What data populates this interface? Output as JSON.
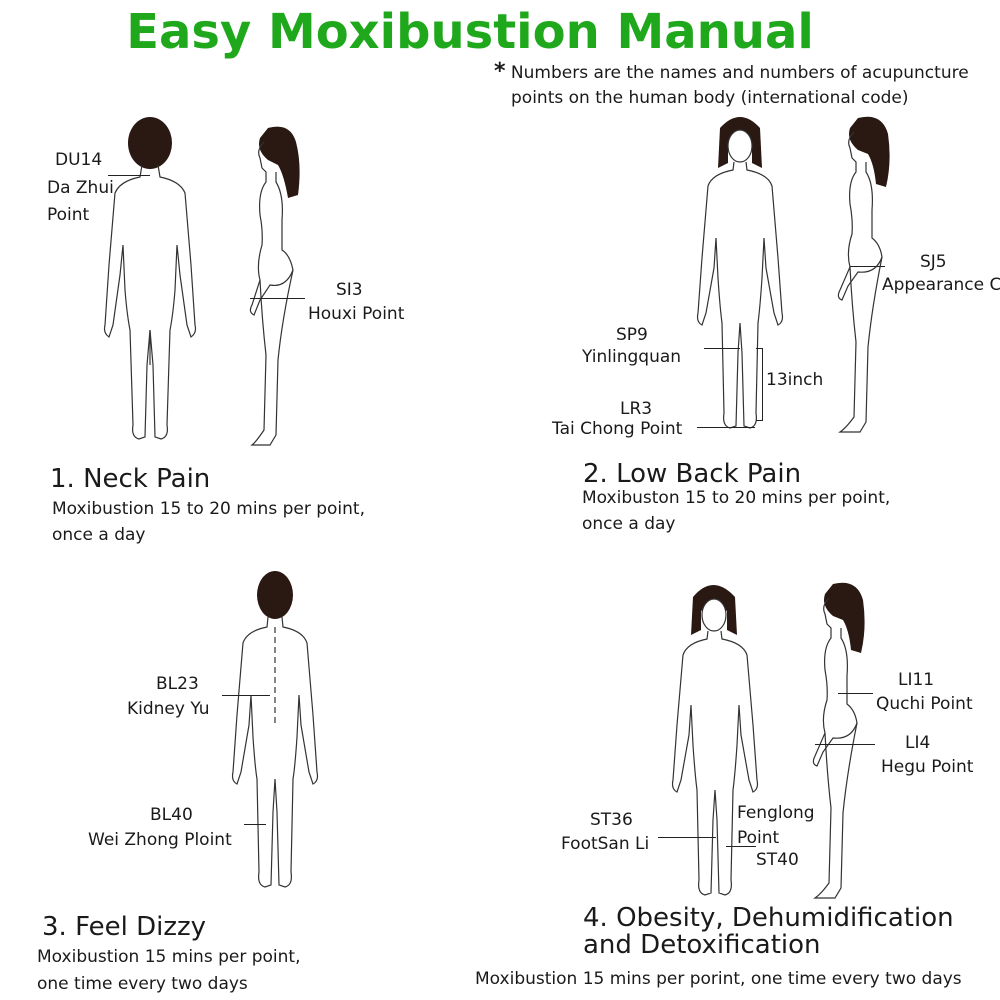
{
  "title": "Easy Moxibustion Manual",
  "note": {
    "star": "*",
    "line1": "Numbers are the names and numbers of acupuncture",
    "line2": "points on the human body (international code)"
  },
  "sections": [
    {
      "heading": "1. Neck Pain",
      "desc1": "Moxibustion 15 to 20 mins per point,",
      "desc2": "once a day",
      "points": [
        {
          "code": "DU14",
          "name1": "Da Zhui",
          "name2": "Point"
        },
        {
          "code": "SI3",
          "name1": "Houxi Point"
        }
      ]
    },
    {
      "heading": "2. Low Back Pain",
      "desc1": "Moxibuston 15 to 20 mins per point,",
      "desc2": "once a day",
      "points": [
        {
          "code": "SP9",
          "name1": "Yinlingquan"
        },
        {
          "code": "LR3",
          "name1": "Tai Chong Point"
        },
        {
          "code": "SJ5",
          "name1": "Appearance Ca"
        }
      ],
      "measure": "13inch"
    },
    {
      "heading": "3. Feel Dizzy",
      "desc1": "Moxibustion 15 mins per point,",
      "desc2": "one time every two days",
      "points": [
        {
          "code": "BL23",
          "name1": "Kidney Yu"
        },
        {
          "code": "BL40",
          "name1": "Wei Zhong Ploint"
        }
      ]
    },
    {
      "heading1": "4. Obesity, Dehumidification",
      "heading2": "and Detoxification",
      "desc1": "Moxibustion 15 mins per porint, one time every two days",
      "points": [
        {
          "code": "LI11",
          "name1": "Quchi Point"
        },
        {
          "code": "LI4",
          "name1": "Hegu Point"
        },
        {
          "code": "ST36",
          "name1": "FootSan Li"
        },
        {
          "name1": "Fenglong",
          "name2": "Point",
          "code": "ST40"
        }
      ]
    }
  ]
}
